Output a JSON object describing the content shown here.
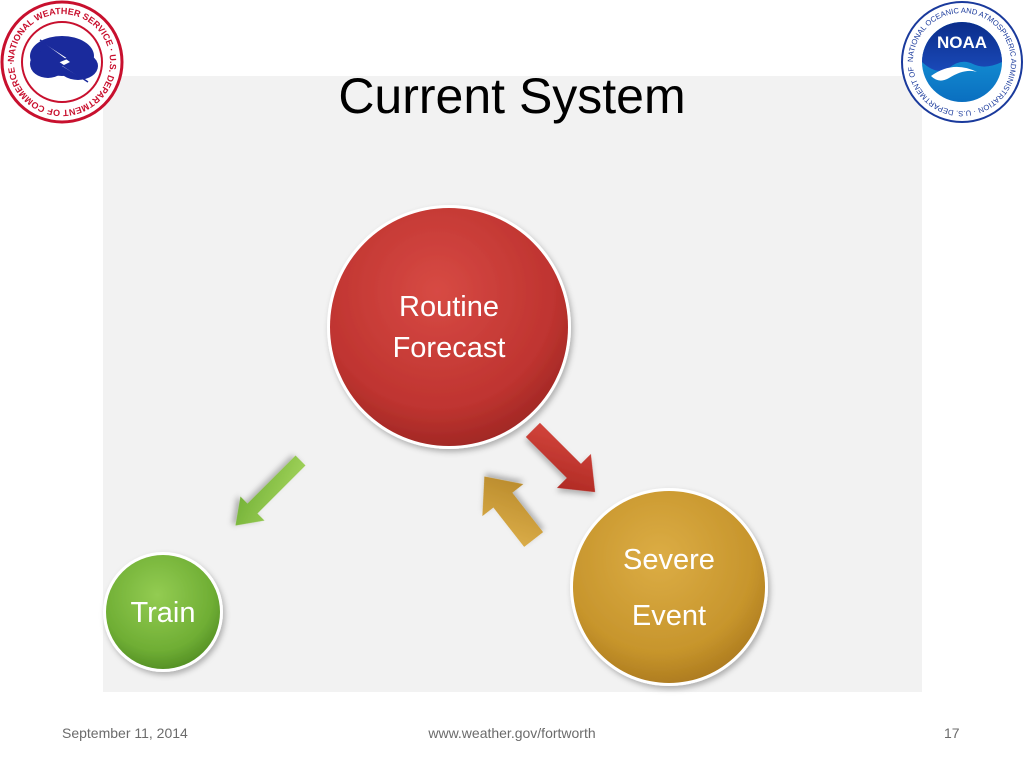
{
  "slide": {
    "title": "Current System",
    "footer": {
      "date": "September 11, 2014",
      "url": "www.weather.gov/fortworth",
      "page": "17"
    }
  },
  "logos": {
    "nws": {
      "ring_text": "NATIONAL WEATHER SERVICE · U.S. DEPARTMENT OF COMMERCE · NOAA"
    },
    "noaa": {
      "center_text": "NOAA",
      "ring_text": "NATIONAL OCEANIC AND ATMOSPHERIC ADMINISTRATION · U.S. DEPARTMENT OF COMMERCE"
    }
  },
  "diagram": {
    "nodes": {
      "routine": {
        "line1": "Routine",
        "line2": "Forecast",
        "color": "#c0352f"
      },
      "severe": {
        "line1": "Severe",
        "line2": "Event",
        "color": "#c89a2e"
      },
      "train": {
        "label": "Train",
        "color": "#72b33a"
      }
    },
    "arrows": {
      "routine_to_severe": "#b8302a",
      "severe_to_routine": "#c9a23a",
      "to_train": "#8cc63f"
    }
  }
}
